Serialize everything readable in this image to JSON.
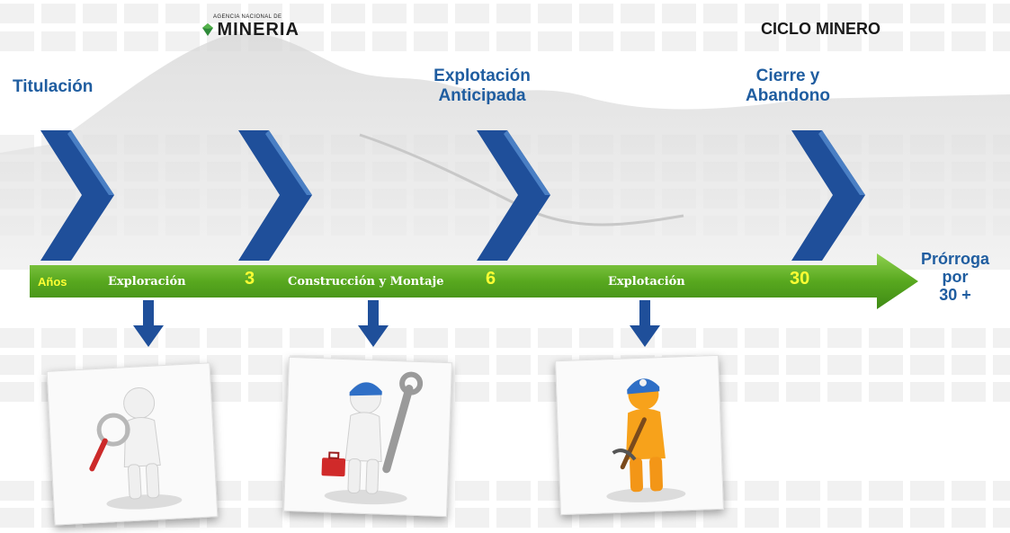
{
  "header": {
    "logo_small": "AGENCIA NACIONAL DE",
    "logo_big": "MINERIA",
    "title": "CICLO MINERO"
  },
  "stages": {
    "titulacion": "Titulación",
    "explotacion_anticipada": [
      "Explotación",
      "Anticipada"
    ],
    "cierre": [
      "Cierre y",
      "Abandono"
    ]
  },
  "timeline": {
    "anos": "Años",
    "exploracion": "Exploración",
    "year_3": "3",
    "construccion": "Construcción y Montaje",
    "year_6": "6",
    "explotacion": "Explotación",
    "year_30": "30",
    "prorroga": [
      "Prórroga",
      "por",
      "30 +"
    ]
  },
  "colors": {
    "chevron_blue": "#1f4f9a",
    "arrow_green": "#58a81f",
    "stage_text": "#1f5da0",
    "year_yellow": "#ffff33"
  },
  "illustrations": [
    "magnifier-figure-icon",
    "wrench-toolbox-figure-icon",
    "miner-pickaxe-figure-icon"
  ]
}
